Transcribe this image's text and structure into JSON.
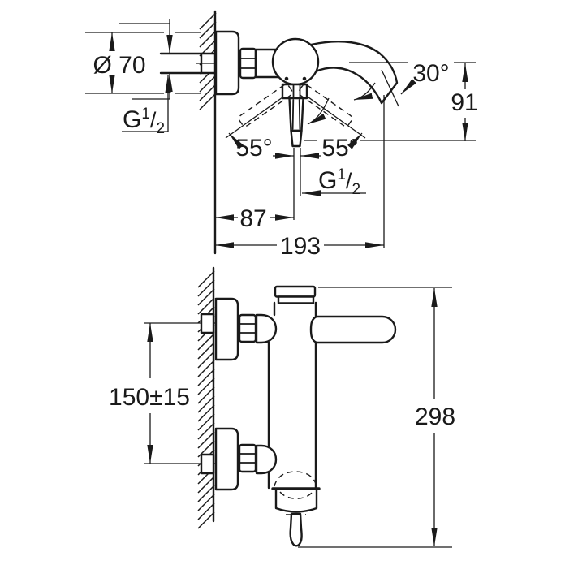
{
  "side_view": {
    "escutcheon_diameter": "Ø 70",
    "inlet_thread": {
      "prefix": "G",
      "numerator": "1",
      "slash": "/",
      "denominator": "2"
    },
    "spout_angle": "30°",
    "spout_height": "91",
    "swing_left": "55°",
    "swing_right": "55°",
    "outlet_thread": {
      "prefix": "G",
      "numerator": "1",
      "slash": "/",
      "denominator": "2"
    },
    "wall_to_outlet": "87",
    "wall_to_spout_tip": "193"
  },
  "front_view": {
    "connection_spacing": "150±15",
    "total_height": "298"
  },
  "colors": {
    "line": "#1a1a1a",
    "background": "#ffffff"
  }
}
